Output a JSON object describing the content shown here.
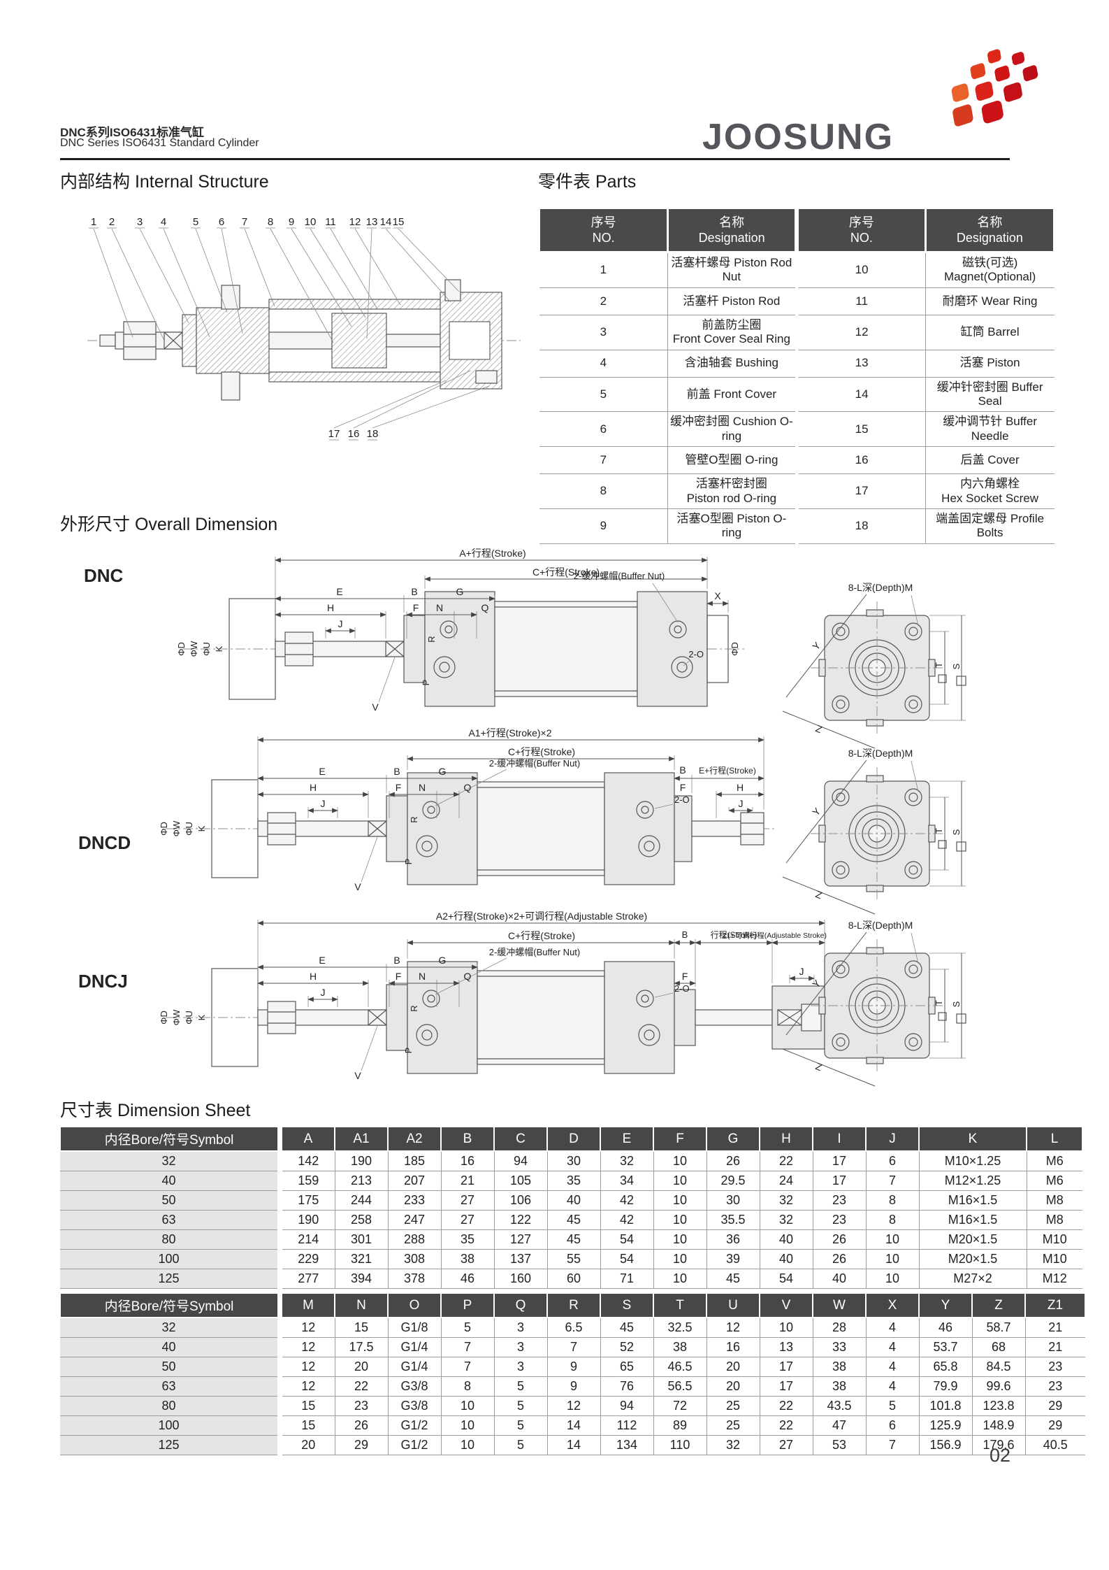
{
  "header": {
    "title_zh": "DNC系列ISO6431标准气缸",
    "title_en": "DNC  Series ISO6431 Standard  Cylinder",
    "logo_text": "JOOSUNG"
  },
  "sections": {
    "internal_structure": "内部结构 Internal Structure",
    "parts": "零件表 Parts",
    "overall_dimension": "外形尺寸 Overall Dimension",
    "dimension_sheet": "尺寸表 Dimension Sheet"
  },
  "parts_table": {
    "no_header": "序号\nNO.",
    "designation_header": "名称\nDesignation",
    "rows": [
      [
        "1",
        "活塞杆螺母 Piston Rod Nut",
        "10",
        "磁铁(可选) Magnet(Optional)"
      ],
      [
        "2",
        "活塞杆 Piston Rod",
        "11",
        "耐磨环 Wear Ring"
      ],
      [
        "3",
        "前盖防尘圈\nFront Cover Seal Ring",
        "12",
        "缸筒 Barrel"
      ],
      [
        "4",
        "含油轴套 Bushing",
        "13",
        "活塞 Piston"
      ],
      [
        "5",
        "前盖 Front Cover",
        "14",
        "缓冲针密封圈 Buffer Seal"
      ],
      [
        "6",
        "缓冲密封圈 Cushion O-ring",
        "15",
        "缓冲调节针 Buffer Needle"
      ],
      [
        "7",
        "管壁O型圈 O-ring",
        "16",
        "后盖 Cover"
      ],
      [
        "8",
        "活塞杆密封圈\nPiston rod O-ring",
        "17",
        "内六角螺栓\nHex Socket Screw"
      ],
      [
        "9",
        "活塞O型圈 Piston O-ring",
        "18",
        "端盖固定螺母 Profile Bolts"
      ]
    ]
  },
  "internal": {
    "callouts_top": [
      "1",
      "2",
      "3",
      "4",
      "5",
      "6",
      "7",
      "8",
      "9",
      "10",
      "11",
      "12",
      "13",
      "14",
      "15"
    ],
    "callouts_bottom": [
      "17",
      "16",
      "18"
    ]
  },
  "models": {
    "dnc": "DNC",
    "dncd": "DNCD",
    "dncj": "DNCJ"
  },
  "dims": {
    "a_stroke": "A+行程(Stroke)",
    "c_stroke": "C+行程(Stroke)",
    "a1_stroke": "A1+行程(Stroke)×2",
    "e_stroke": "E+行程(Stroke)",
    "a2_stroke": "A2+行程(Stroke)×2+可调行程(Adjustable Stroke)",
    "stroke": "行程(Stroke)",
    "z1_stroke": "Z1+可调行程(Adjustable Stroke)",
    "buffer_nut": "2-缓冲螺帽(Buffer Nut)",
    "two_o": "2-O",
    "end_view": "8-L深(Depth)M",
    "phi_d": "ΦD",
    "phi_w": "ΦW",
    "phi_u": "ΦU",
    "E": "E",
    "B": "B",
    "G": "G",
    "H": "H",
    "F": "F",
    "N": "N",
    "Q": "Q",
    "J": "J",
    "X": "X",
    "K": "K",
    "V": "V",
    "P": "P",
    "R": "R",
    "T": "T",
    "S": "S",
    "Y": "Y",
    "Z": "Z"
  },
  "dimension_sheet": {
    "table1": {
      "symbol_header": "内径Bore/符号Symbol",
      "columns": [
        "A",
        "A1",
        "A2",
        "B",
        "C",
        "D",
        "E",
        "F",
        "G",
        "H",
        "I",
        "J",
        "K",
        "L"
      ],
      "rows": [
        [
          "32",
          "142",
          "190",
          "185",
          "16",
          "94",
          "30",
          "32",
          "10",
          "26",
          "22",
          "17",
          "6",
          "M10×1.25",
          "M6"
        ],
        [
          "40",
          "159",
          "213",
          "207",
          "21",
          "105",
          "35",
          "34",
          "10",
          "29.5",
          "24",
          "17",
          "7",
          "M12×1.25",
          "M6"
        ],
        [
          "50",
          "175",
          "244",
          "233",
          "27",
          "106",
          "40",
          "42",
          "10",
          "30",
          "32",
          "23",
          "8",
          "M16×1.5",
          "M8"
        ],
        [
          "63",
          "190",
          "258",
          "247",
          "27",
          "122",
          "45",
          "42",
          "10",
          "35.5",
          "32",
          "23",
          "8",
          "M16×1.5",
          "M8"
        ],
        [
          "80",
          "214",
          "301",
          "288",
          "35",
          "127",
          "45",
          "54",
          "10",
          "36",
          "40",
          "26",
          "10",
          "M20×1.5",
          "M10"
        ],
        [
          "100",
          "229",
          "321",
          "308",
          "38",
          "137",
          "55",
          "54",
          "10",
          "39",
          "40",
          "26",
          "10",
          "M20×1.5",
          "M10"
        ],
        [
          "125",
          "277",
          "394",
          "378",
          "46",
          "160",
          "60",
          "71",
          "10",
          "45",
          "54",
          "40",
          "10",
          "M27×2",
          "M12"
        ]
      ]
    },
    "table2": {
      "symbol_header": "内径Bore/符号Symbol",
      "columns": [
        "M",
        "N",
        "O",
        "P",
        "Q",
        "R",
        "S",
        "T",
        "U",
        "V",
        "W",
        "X",
        "Y",
        "Z",
        "Z1"
      ],
      "rows": [
        [
          "32",
          "12",
          "15",
          "G1/8",
          "5",
          "3",
          "6.5",
          "45",
          "32.5",
          "12",
          "10",
          "28",
          "4",
          "46",
          "58.7",
          "21"
        ],
        [
          "40",
          "12",
          "17.5",
          "G1/4",
          "7",
          "3",
          "7",
          "52",
          "38",
          "16",
          "13",
          "33",
          "4",
          "53.7",
          "68",
          "21"
        ],
        [
          "50",
          "12",
          "20",
          "G1/4",
          "7",
          "3",
          "9",
          "65",
          "46.5",
          "20",
          "17",
          "38",
          "4",
          "65.8",
          "84.5",
          "23"
        ],
        [
          "63",
          "12",
          "22",
          "G3/8",
          "8",
          "5",
          "9",
          "76",
          "56.5",
          "20",
          "17",
          "38",
          "4",
          "79.9",
          "99.6",
          "23"
        ],
        [
          "80",
          "15",
          "23",
          "G3/8",
          "10",
          "5",
          "12",
          "94",
          "72",
          "25",
          "22",
          "43.5",
          "5",
          "101.8",
          "123.8",
          "29"
        ],
        [
          "100",
          "15",
          "26",
          "G1/2",
          "10",
          "5",
          "14",
          "112",
          "89",
          "25",
          "22",
          "47",
          "6",
          "125.9",
          "148.9",
          "29"
        ],
        [
          "125",
          "20",
          "29",
          "G1/2",
          "10",
          "5",
          "14",
          "134",
          "110",
          "32",
          "27",
          "53",
          "7",
          "156.9",
          "179.6",
          "40.5"
        ]
      ]
    }
  },
  "page_number": "02"
}
